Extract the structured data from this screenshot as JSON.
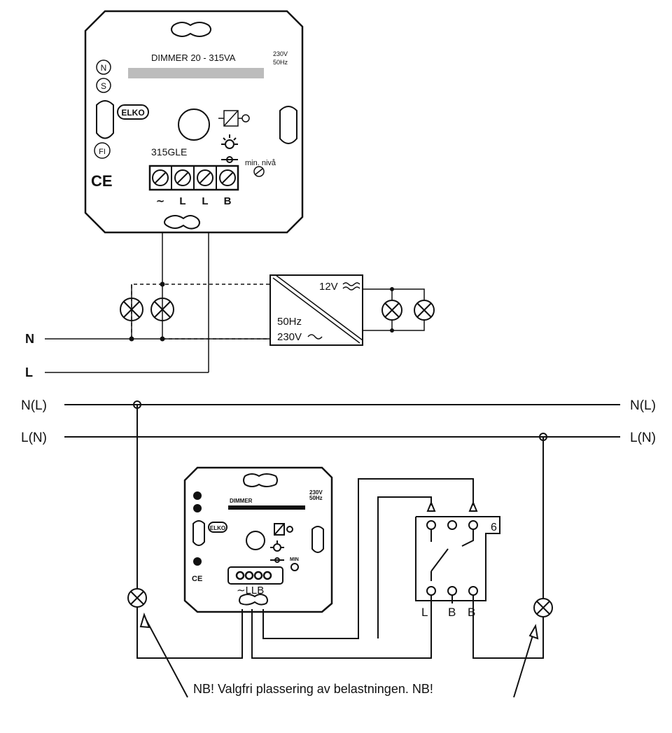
{
  "top_dimmer": {
    "title": "DIMMER 20 - 315VA",
    "voltage": "230V",
    "frequency": "50Hz",
    "brand": "ELKO",
    "model": "315GLE",
    "min_level": "min. nivå",
    "side_labels": [
      "N",
      "S",
      "FI"
    ],
    "ce_mark": "CE",
    "terminals": [
      "∼",
      "L",
      "L",
      "B"
    ]
  },
  "transformer": {
    "output": "12V",
    "freq": "50Hz",
    "input": "230V"
  },
  "top_lines": {
    "n_label": "N",
    "l_label": "L"
  },
  "bus": {
    "n_left": "N(L)",
    "l_left": "L(N)",
    "n_right": "N(L)",
    "l_right": "L(N)"
  },
  "bottom_dimmer": {
    "title": "DIMMER",
    "voltage": "230V",
    "frequency": "50Hz",
    "brand": "ELKO",
    "min_label": "MIN",
    "ce_mark": "CE",
    "terminals": "∼LLB"
  },
  "switch": {
    "number": "6",
    "terminals": [
      "L",
      "B",
      "B"
    ]
  },
  "note": "NB! Valgfri plassering av belastningen. NB!"
}
